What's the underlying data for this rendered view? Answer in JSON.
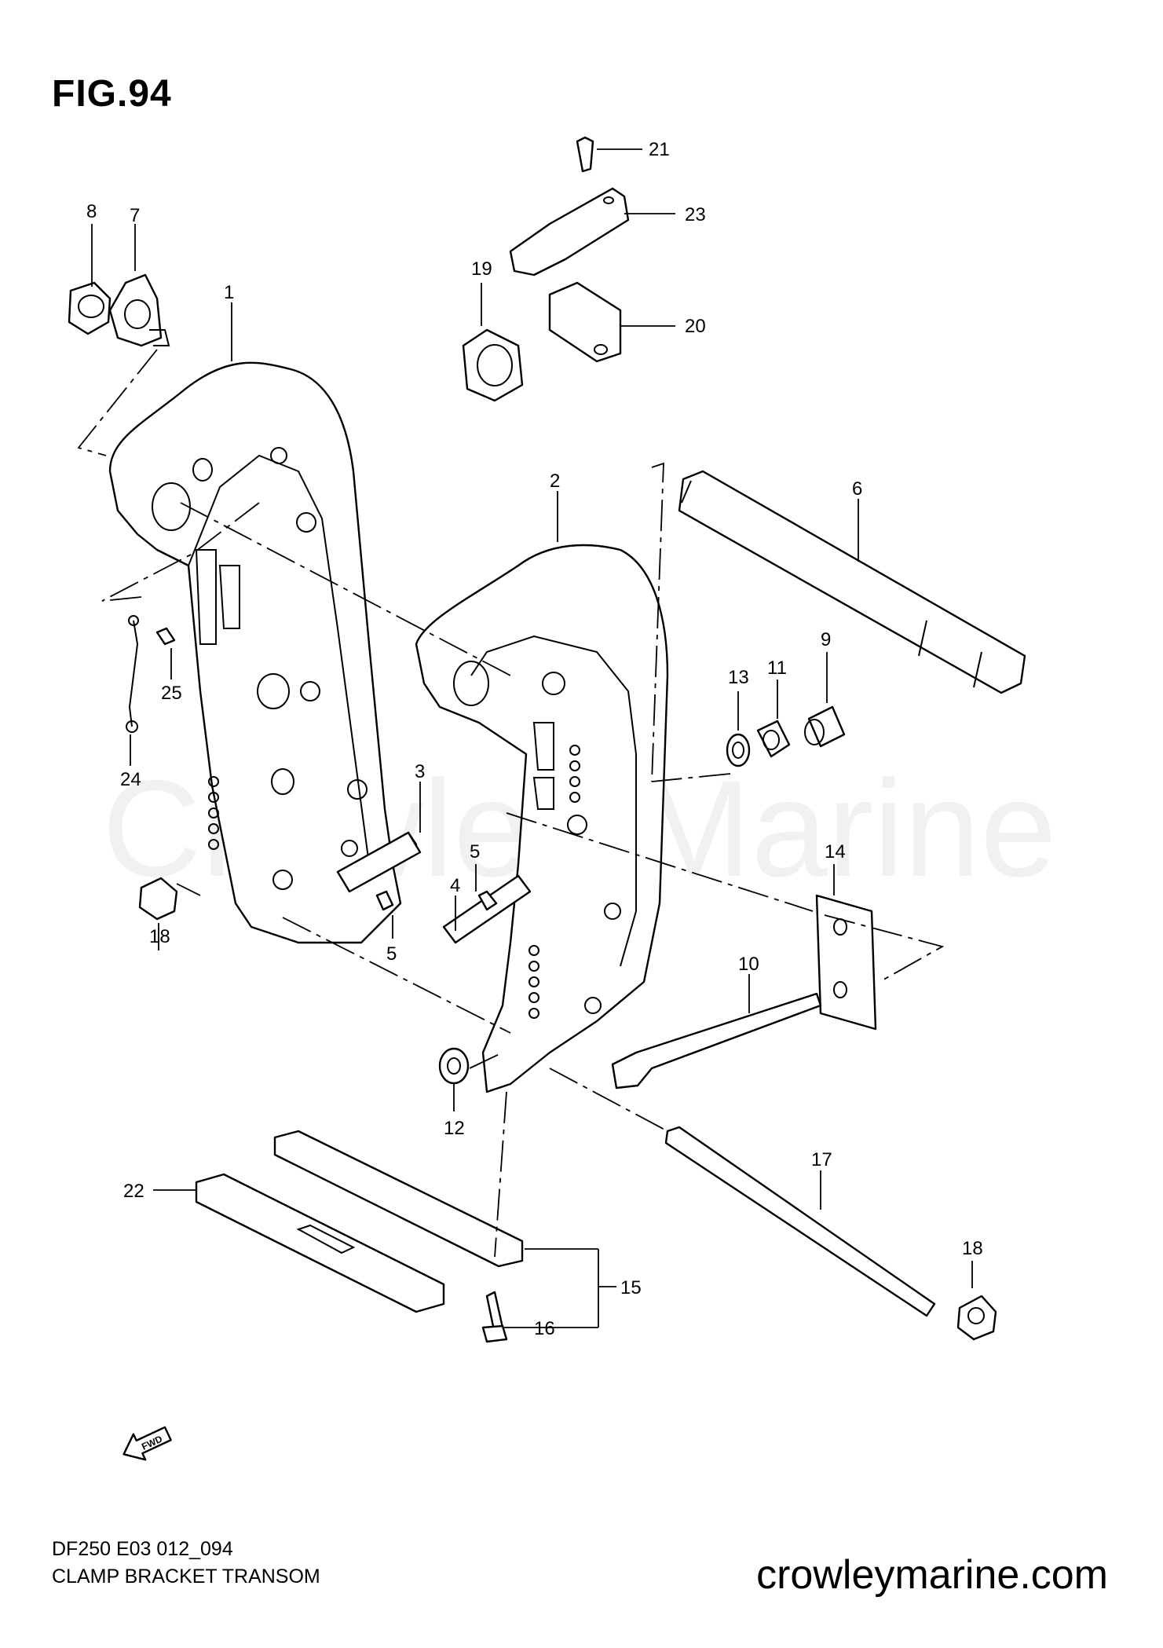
{
  "figure": {
    "title": "FIG.94",
    "watermark": "Crowley Marine",
    "model_code": "DF250 E03 012_094",
    "caption": "CLAMP BRACKET TRANSOM",
    "website": "crowleymarine.com",
    "fwd_arrow_label": "FWD"
  },
  "callouts": [
    "1",
    "2",
    "3",
    "4",
    "5",
    "5",
    "6",
    "7",
    "8",
    "9",
    "10",
    "11",
    "12",
    "13",
    "14",
    "15",
    "16",
    "17",
    "18",
    "18",
    "19",
    "20",
    "21",
    "22",
    "23",
    "24",
    "25"
  ]
}
